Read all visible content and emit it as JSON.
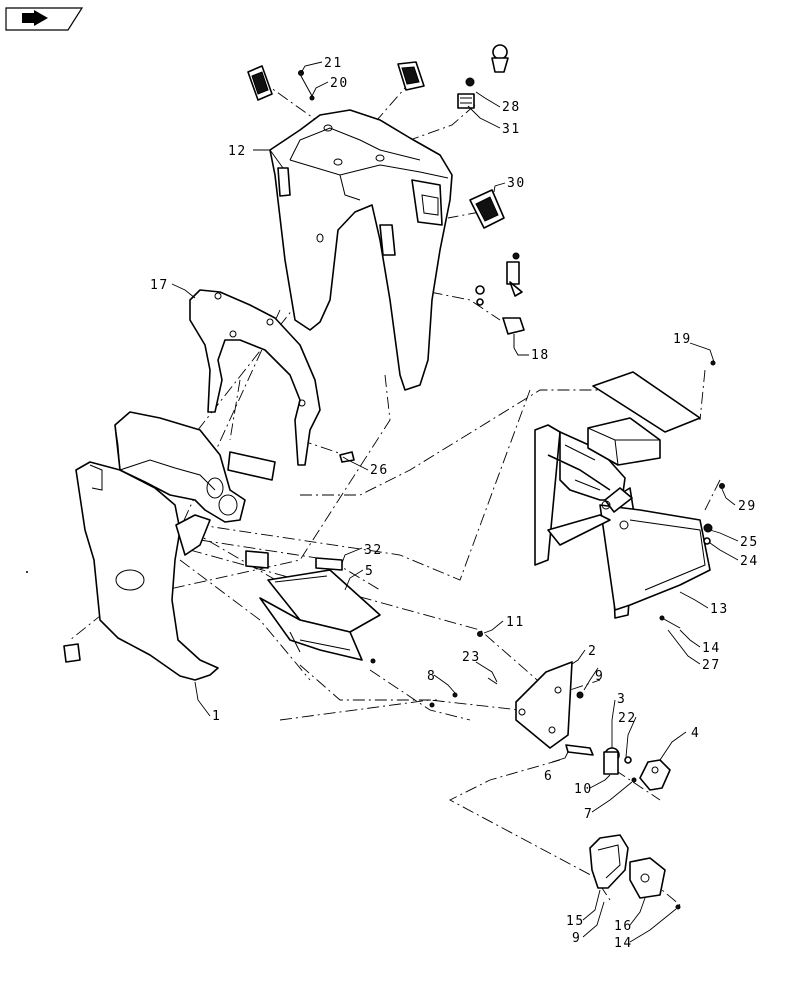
{
  "callouts": {
    "c1": "1",
    "c2": "2",
    "c3": "3",
    "c4": "4",
    "c5": "5",
    "c6": "6",
    "c7": "7",
    "c8": "8",
    "c9a": "9",
    "c9b": "9",
    "c10": "10",
    "c11": "11",
    "c12": "12",
    "c13": "13",
    "c14a": "14",
    "c14b": "14",
    "c15": "15",
    "c16": "16",
    "c17": "17",
    "c18": "18",
    "c19": "19",
    "c20": "20",
    "c21": "21",
    "c22": "22",
    "c23": "23",
    "c24": "24",
    "c25": "25",
    "c26": "26",
    "c27": "27",
    "c28": "28",
    "c29": "29",
    "c30": "30",
    "c31": "31",
    "c32": "32"
  },
  "icons": {
    "nav": "arrow-right-icon"
  }
}
